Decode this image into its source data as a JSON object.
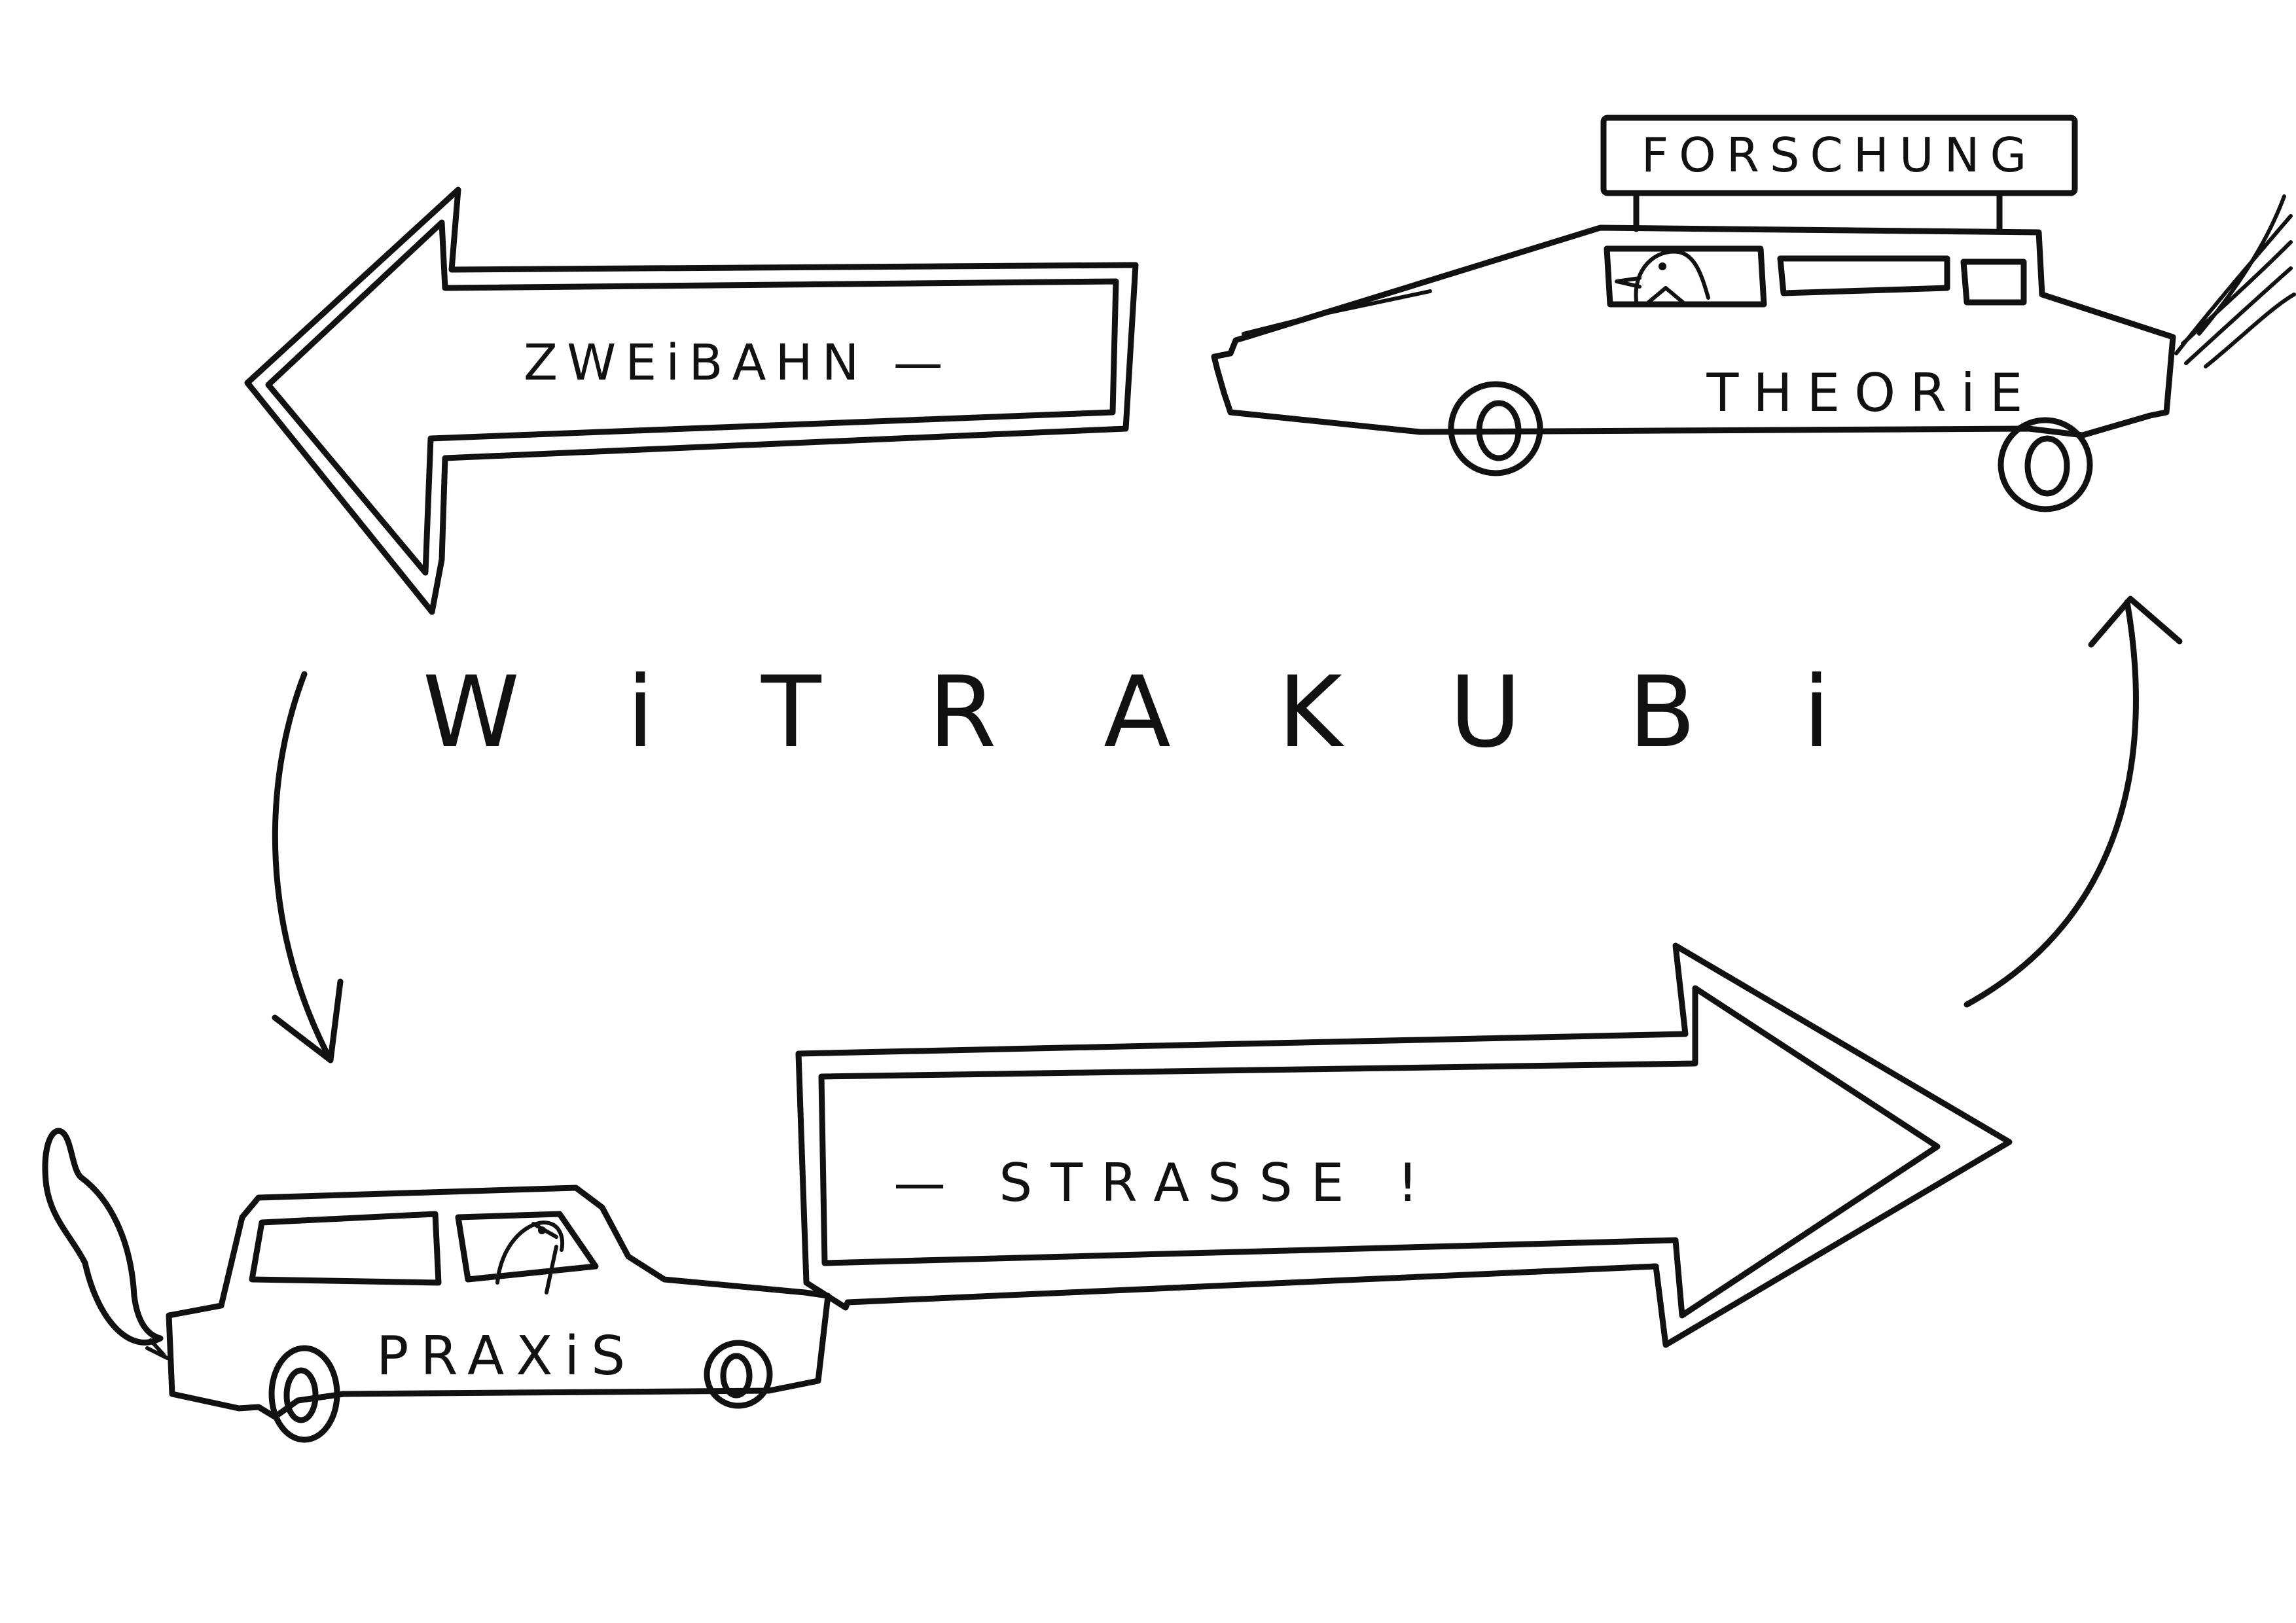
{
  "title": "W i T R A   K U B i",
  "arrows": {
    "left_arrow_text": "ZWEiBAHN —",
    "right_arrow_text": "— STRASSE !"
  },
  "cars": {
    "top_car_sign": "FORSCHUNG",
    "top_car_label": "THEORiE",
    "bottom_car_label": "PRAXiS"
  },
  "colors": {
    "ink": "#111111",
    "paper": "#ffffff"
  }
}
